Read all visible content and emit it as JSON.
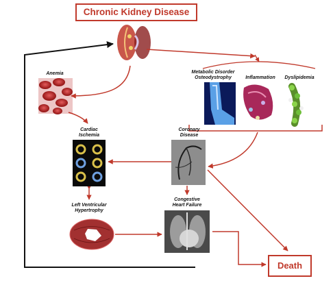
{
  "title": "Chronic Kidney Disease",
  "death": "Death",
  "nodes": {
    "anemia": "Anemia",
    "metabolic": "Metabolic Disorder\nOsteodystrophy",
    "inflammation": "Inflammation",
    "dyslipidemia": "Dyslipidemia",
    "cardiac_ischemia": "Cardiac\nIschemia",
    "coronary_disease": "Coronary\nDisease",
    "lvh": "Left Ventricular\nHypertrophy",
    "chf": "Congestive\nHeart Failure"
  },
  "colors": {
    "arrow": "#c0392b",
    "box_border": "#c0392b"
  }
}
